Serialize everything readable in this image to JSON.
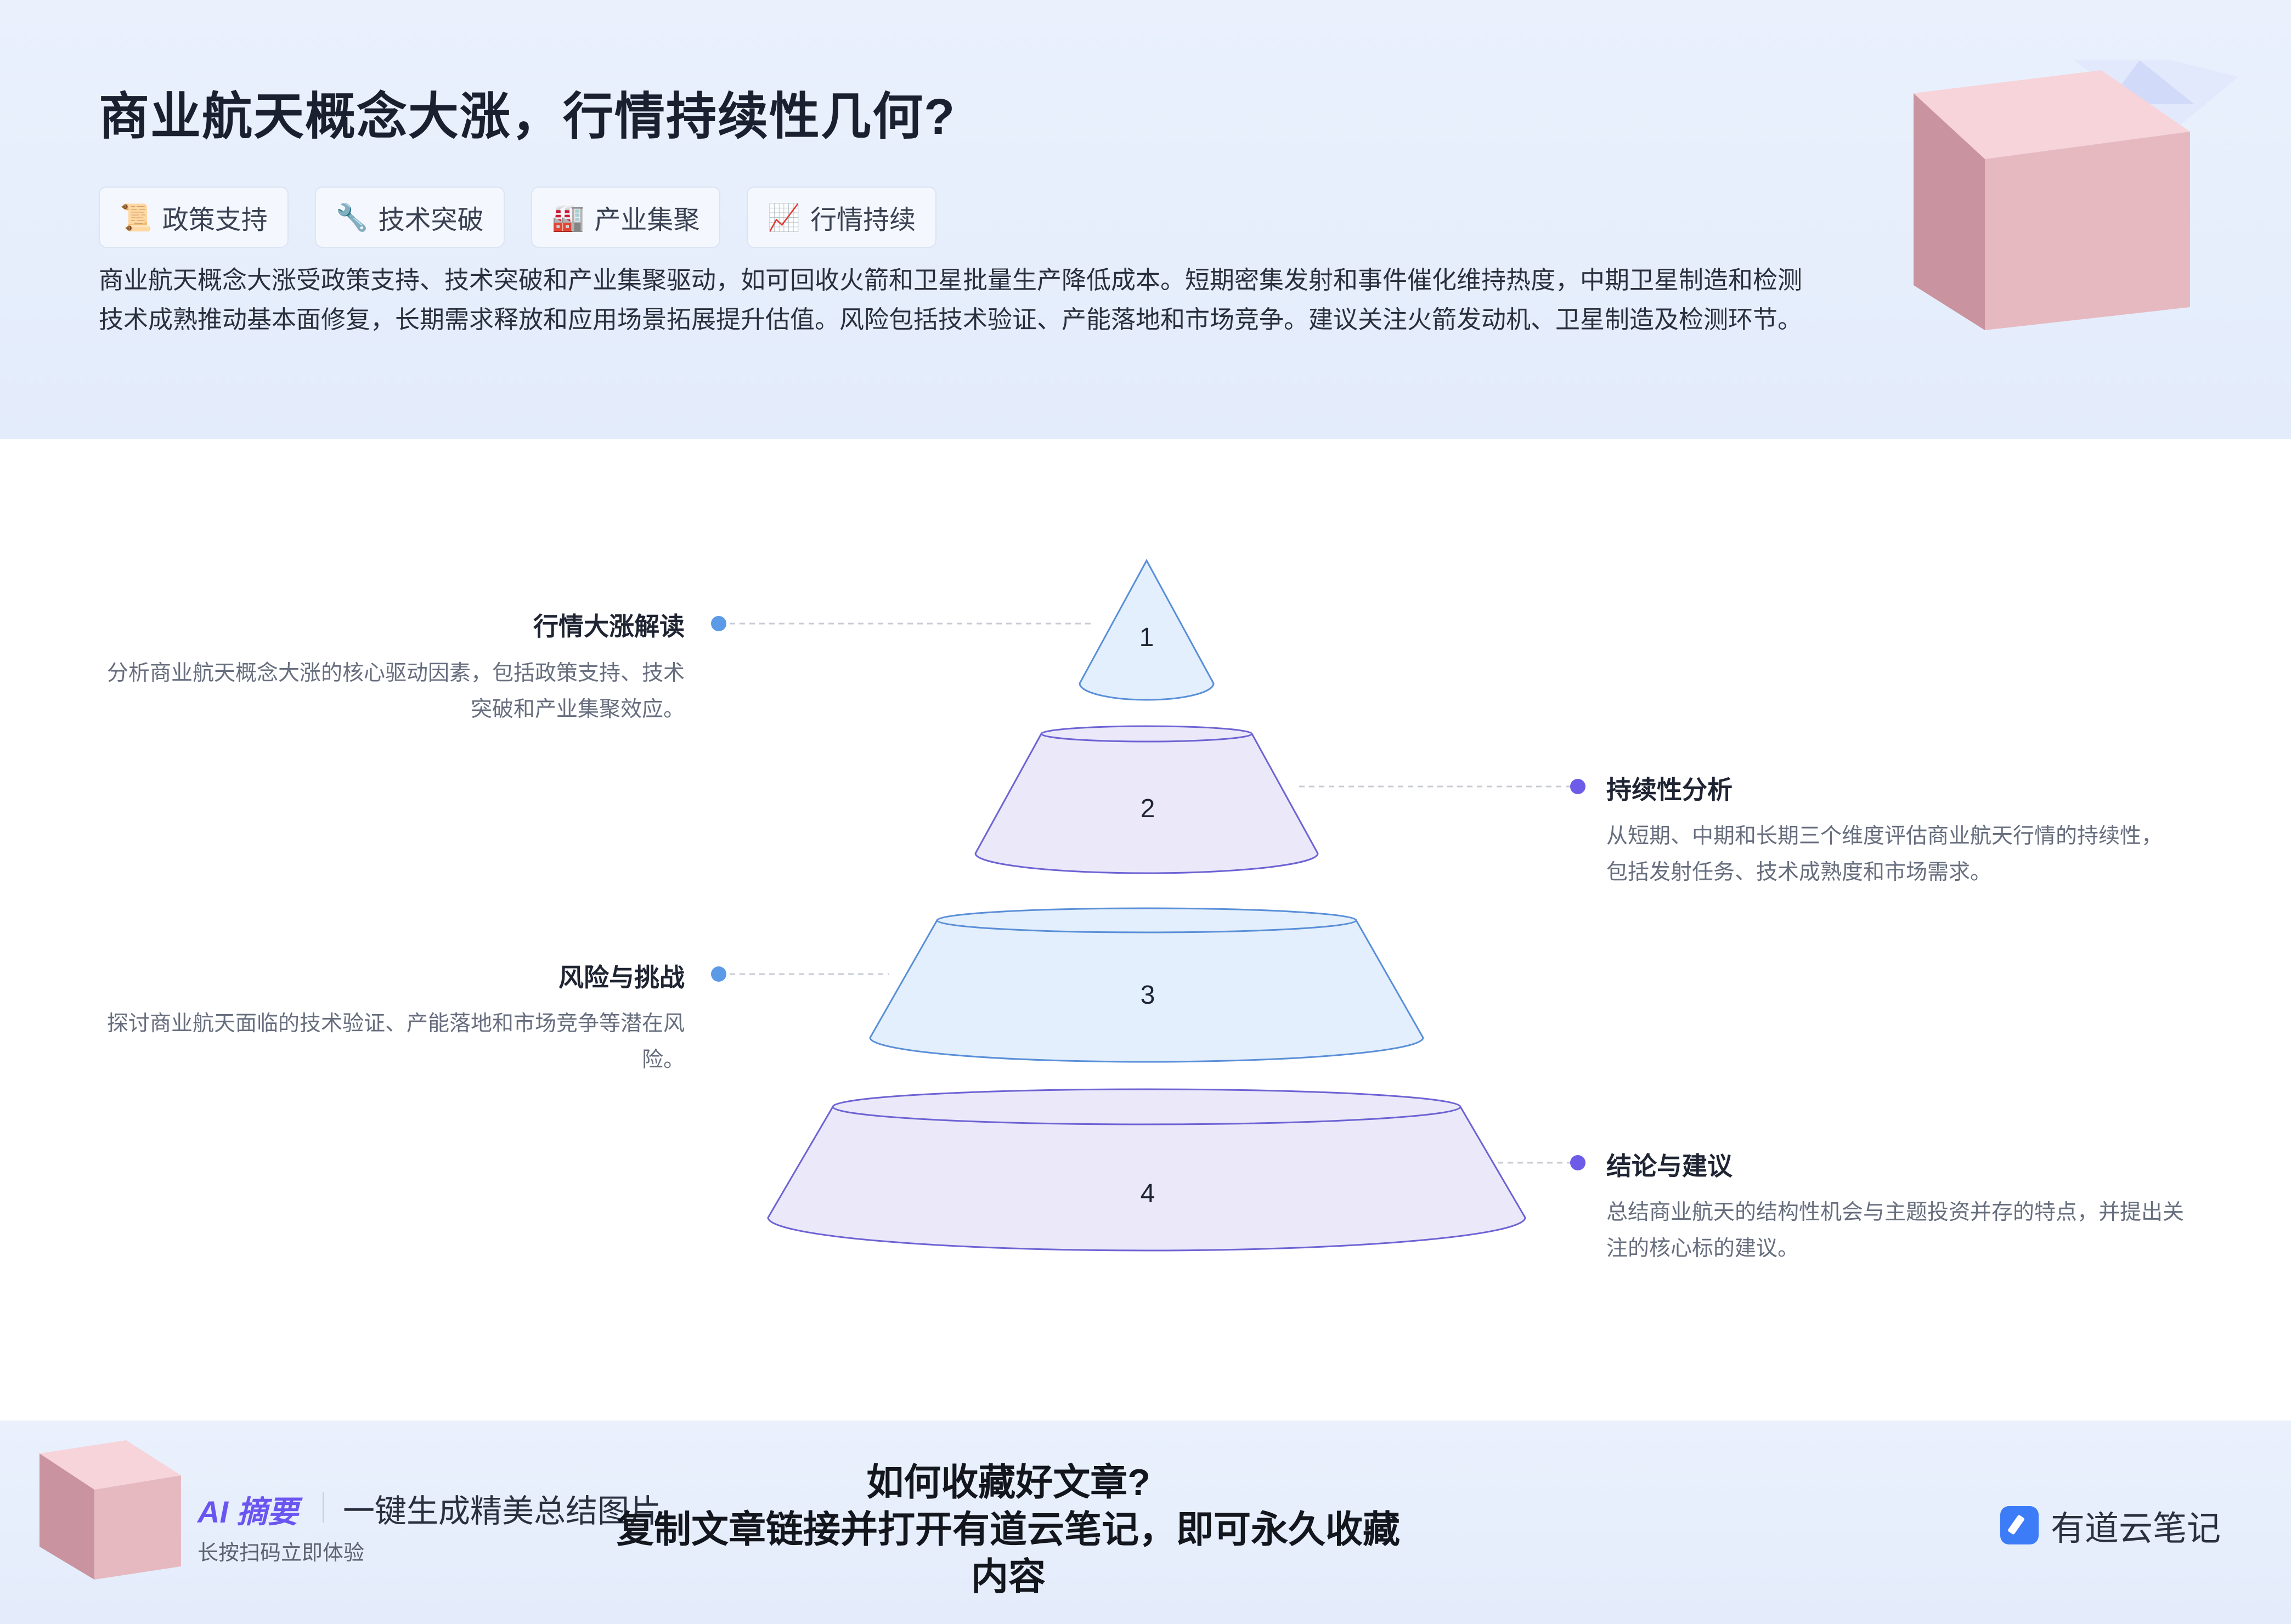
{
  "header": {
    "title": "商业航天概念大涨，行情持续性几何?",
    "tags": [
      {
        "icon": "scroll-icon",
        "glyph": "📜",
        "label": "政策支持"
      },
      {
        "icon": "wrench-icon",
        "glyph": "🔧",
        "label": "技术突破"
      },
      {
        "icon": "factory-icon",
        "glyph": "🏭",
        "label": "产业集聚"
      },
      {
        "icon": "chart-up-icon",
        "glyph": "📈",
        "label": "行情持续"
      }
    ],
    "summary": "商业航天概念大涨受政策支持、技术突破和产业集聚驱动，如可回收火箭和卫星批量生产降低成本。短期密集发射和事件催化维持热度，中期卫星制造和检测技术成熟推动基本面修复，长期需求释放和应用场景拓展提升估值。风险包括技术验证、产能落地和市场竞争。建议关注火箭发动机、卫星制造及检测环节。"
  },
  "pyramid": {
    "levels": [
      {
        "number": "1",
        "title": "行情大涨解读",
        "desc": "分析商业航天概念大涨的核心驱动因素，包括政策支持、技术突破和产业集聚效应。",
        "side": "left"
      },
      {
        "number": "2",
        "title": "持续性分析",
        "desc": "从短期、中期和长期三个维度评估商业航天行情的持续性，包括发射任务、技术成熟度和市场需求。",
        "side": "right"
      },
      {
        "number": "3",
        "title": "风险与挑战",
        "desc": "探讨商业航天面临的技术验证、产能落地和市场竞争等潜在风险。",
        "side": "left"
      },
      {
        "number": "4",
        "title": "结论与建议",
        "desc": "总结商业航天的结构性机会与主题投资并存的特点，并提出关注的核心标的建议。",
        "side": "right"
      }
    ],
    "colors": {
      "blue_fill": "#e3effc",
      "blue_stroke": "#5a8fd8",
      "purple_fill": "#ebe9f9",
      "purple_stroke": "#6d63d4",
      "blue_dot": "#5b9ae6",
      "purple_dot": "#6c5ce7"
    }
  },
  "footer": {
    "ai_label": "AI 摘要",
    "slogan": "一键生成精美总结图片",
    "scan_hint": "长按扫码立即体验",
    "howto_line1": "如何收藏好文章?",
    "howto_line2": "复制文章链接并打开有道云笔记，即可永久收藏内容",
    "brand": "有道云笔记"
  }
}
